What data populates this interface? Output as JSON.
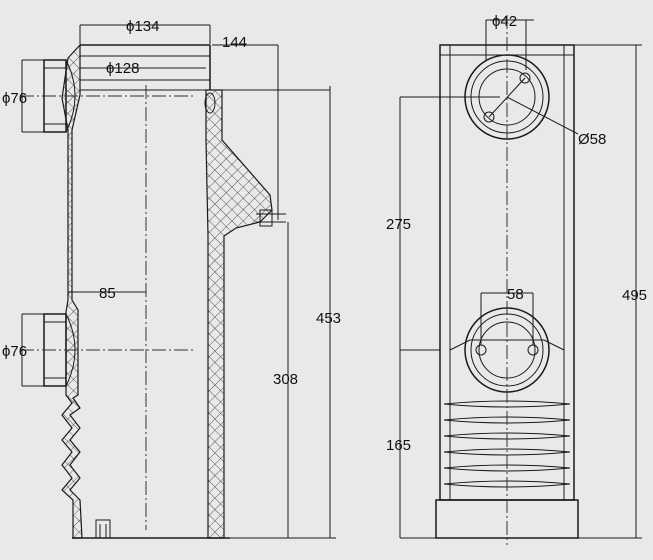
{
  "section_view": {
    "dimensions": {
      "outer_diameter": "ϕ134",
      "inner_diameter": "ϕ128",
      "flange_width": "144",
      "upper_port_diameter": "ϕ76",
      "lower_port_diameter": "ϕ76",
      "inner_offset": "85",
      "overall_height": "453",
      "mount_height": "308"
    }
  },
  "elevation_view": {
    "dimensions": {
      "bolt_circle": "ϕ42",
      "upper_bore": "Ø58",
      "bolt_spacing": "58",
      "port_spacing": "275",
      "lower_height": "165",
      "overall_height": "495"
    }
  },
  "colors": {
    "background": "#e9e9e9",
    "line": "#1a1a1a"
  }
}
